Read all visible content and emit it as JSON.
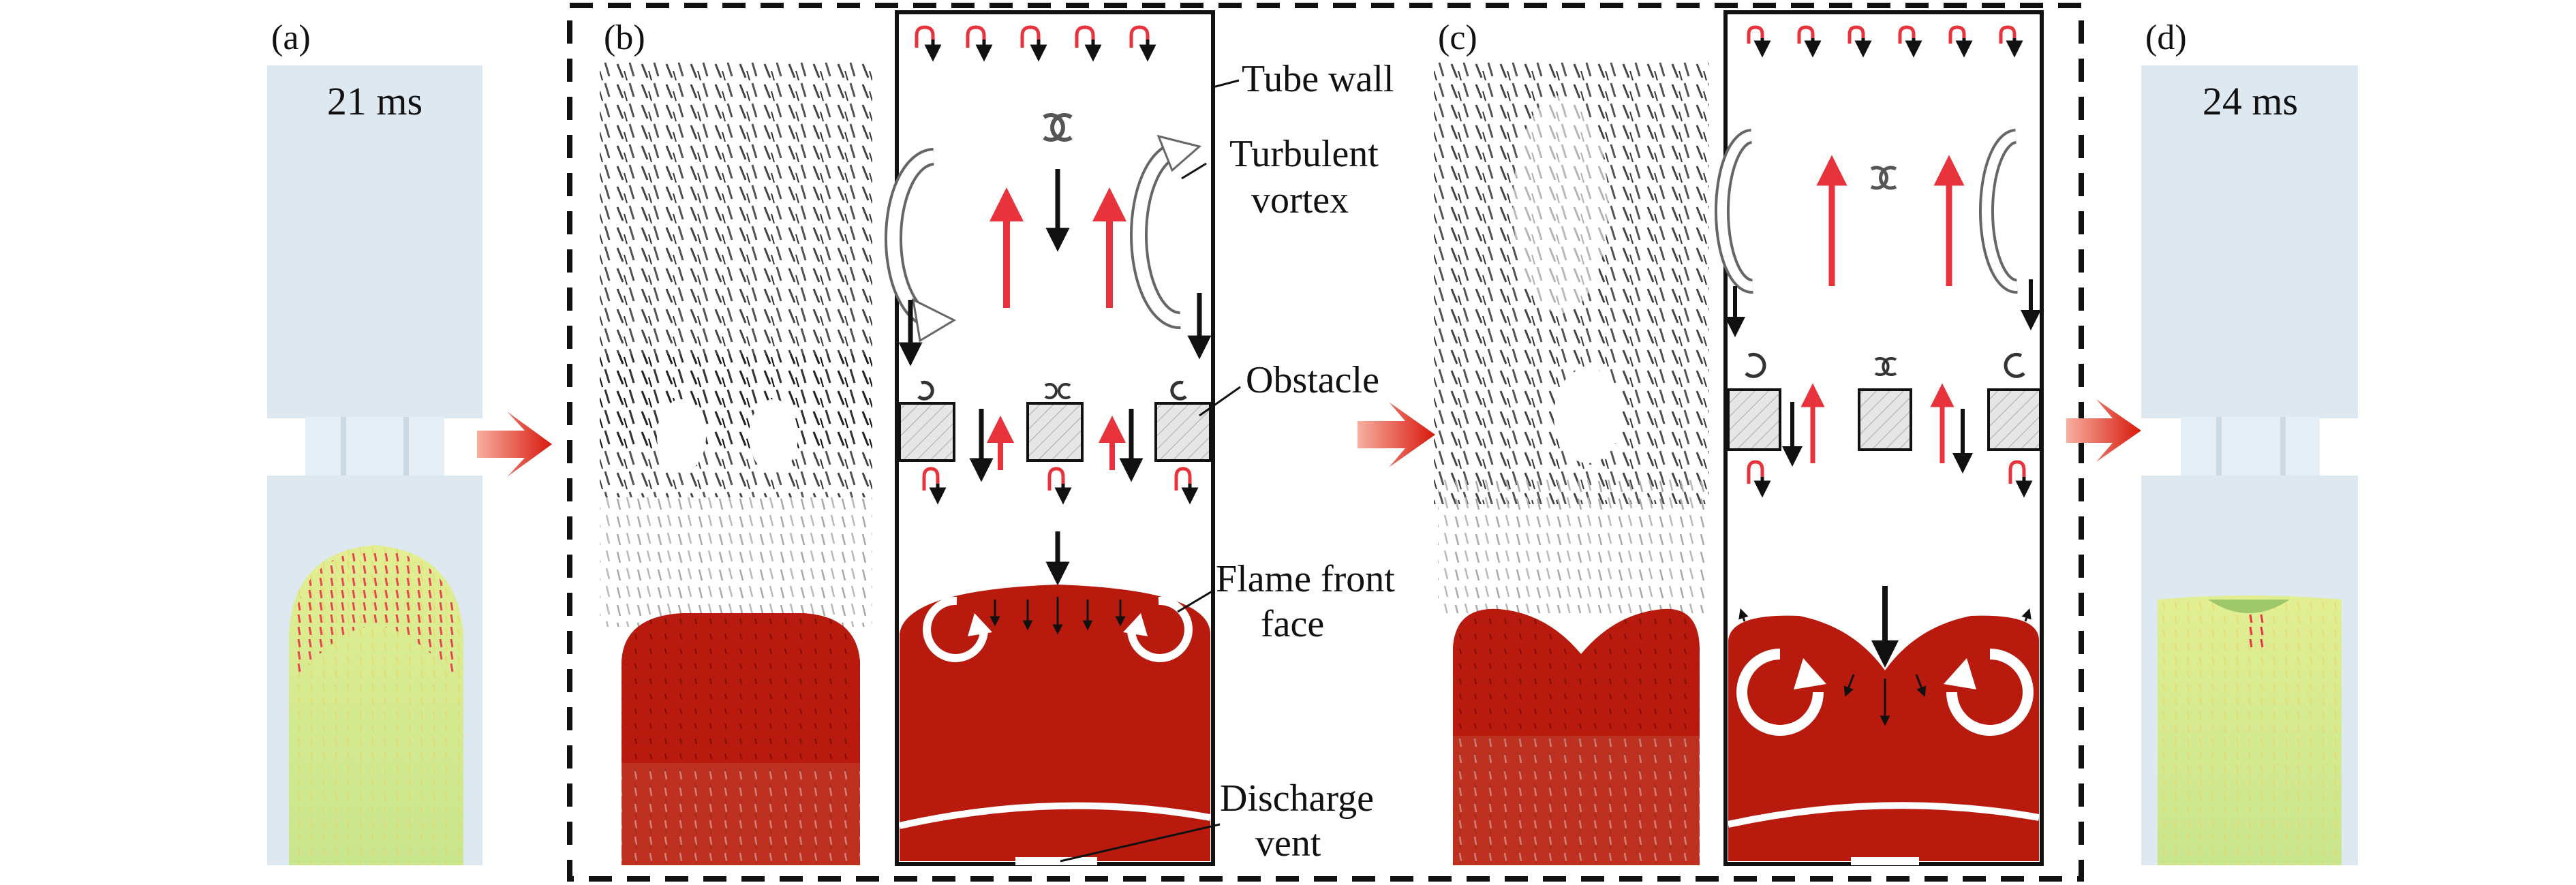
{
  "panels": {
    "a": {
      "label": "(a)",
      "time": "21 ms"
    },
    "b": {
      "label": "(b)"
    },
    "c": {
      "label": "(c)"
    },
    "d": {
      "label": "(d)",
      "time": "24 ms"
    }
  },
  "callouts": {
    "tube_wall": "Tube wall",
    "turbulent_vortex": [
      "Turbulent",
      "vortex"
    ],
    "obstacle": "Obstacle",
    "flame_front_face": [
      "Flame front",
      "face"
    ],
    "discharge_vent": [
      "Discharge",
      "vent"
    ]
  },
  "colors": {
    "flame": "#b81a0e",
    "arrow_red": "#e8323c",
    "arrow_black": "#111111",
    "flow_arrow": "#e42d1f",
    "tube_blue": "#d4e3ef",
    "flame_green": "#cfe88a",
    "obstacle_fill": "#e4e4e4"
  },
  "icons": {
    "transition": "red-chevron-arrow-icon",
    "vortex": "curled-vortex-arrow-icon"
  }
}
